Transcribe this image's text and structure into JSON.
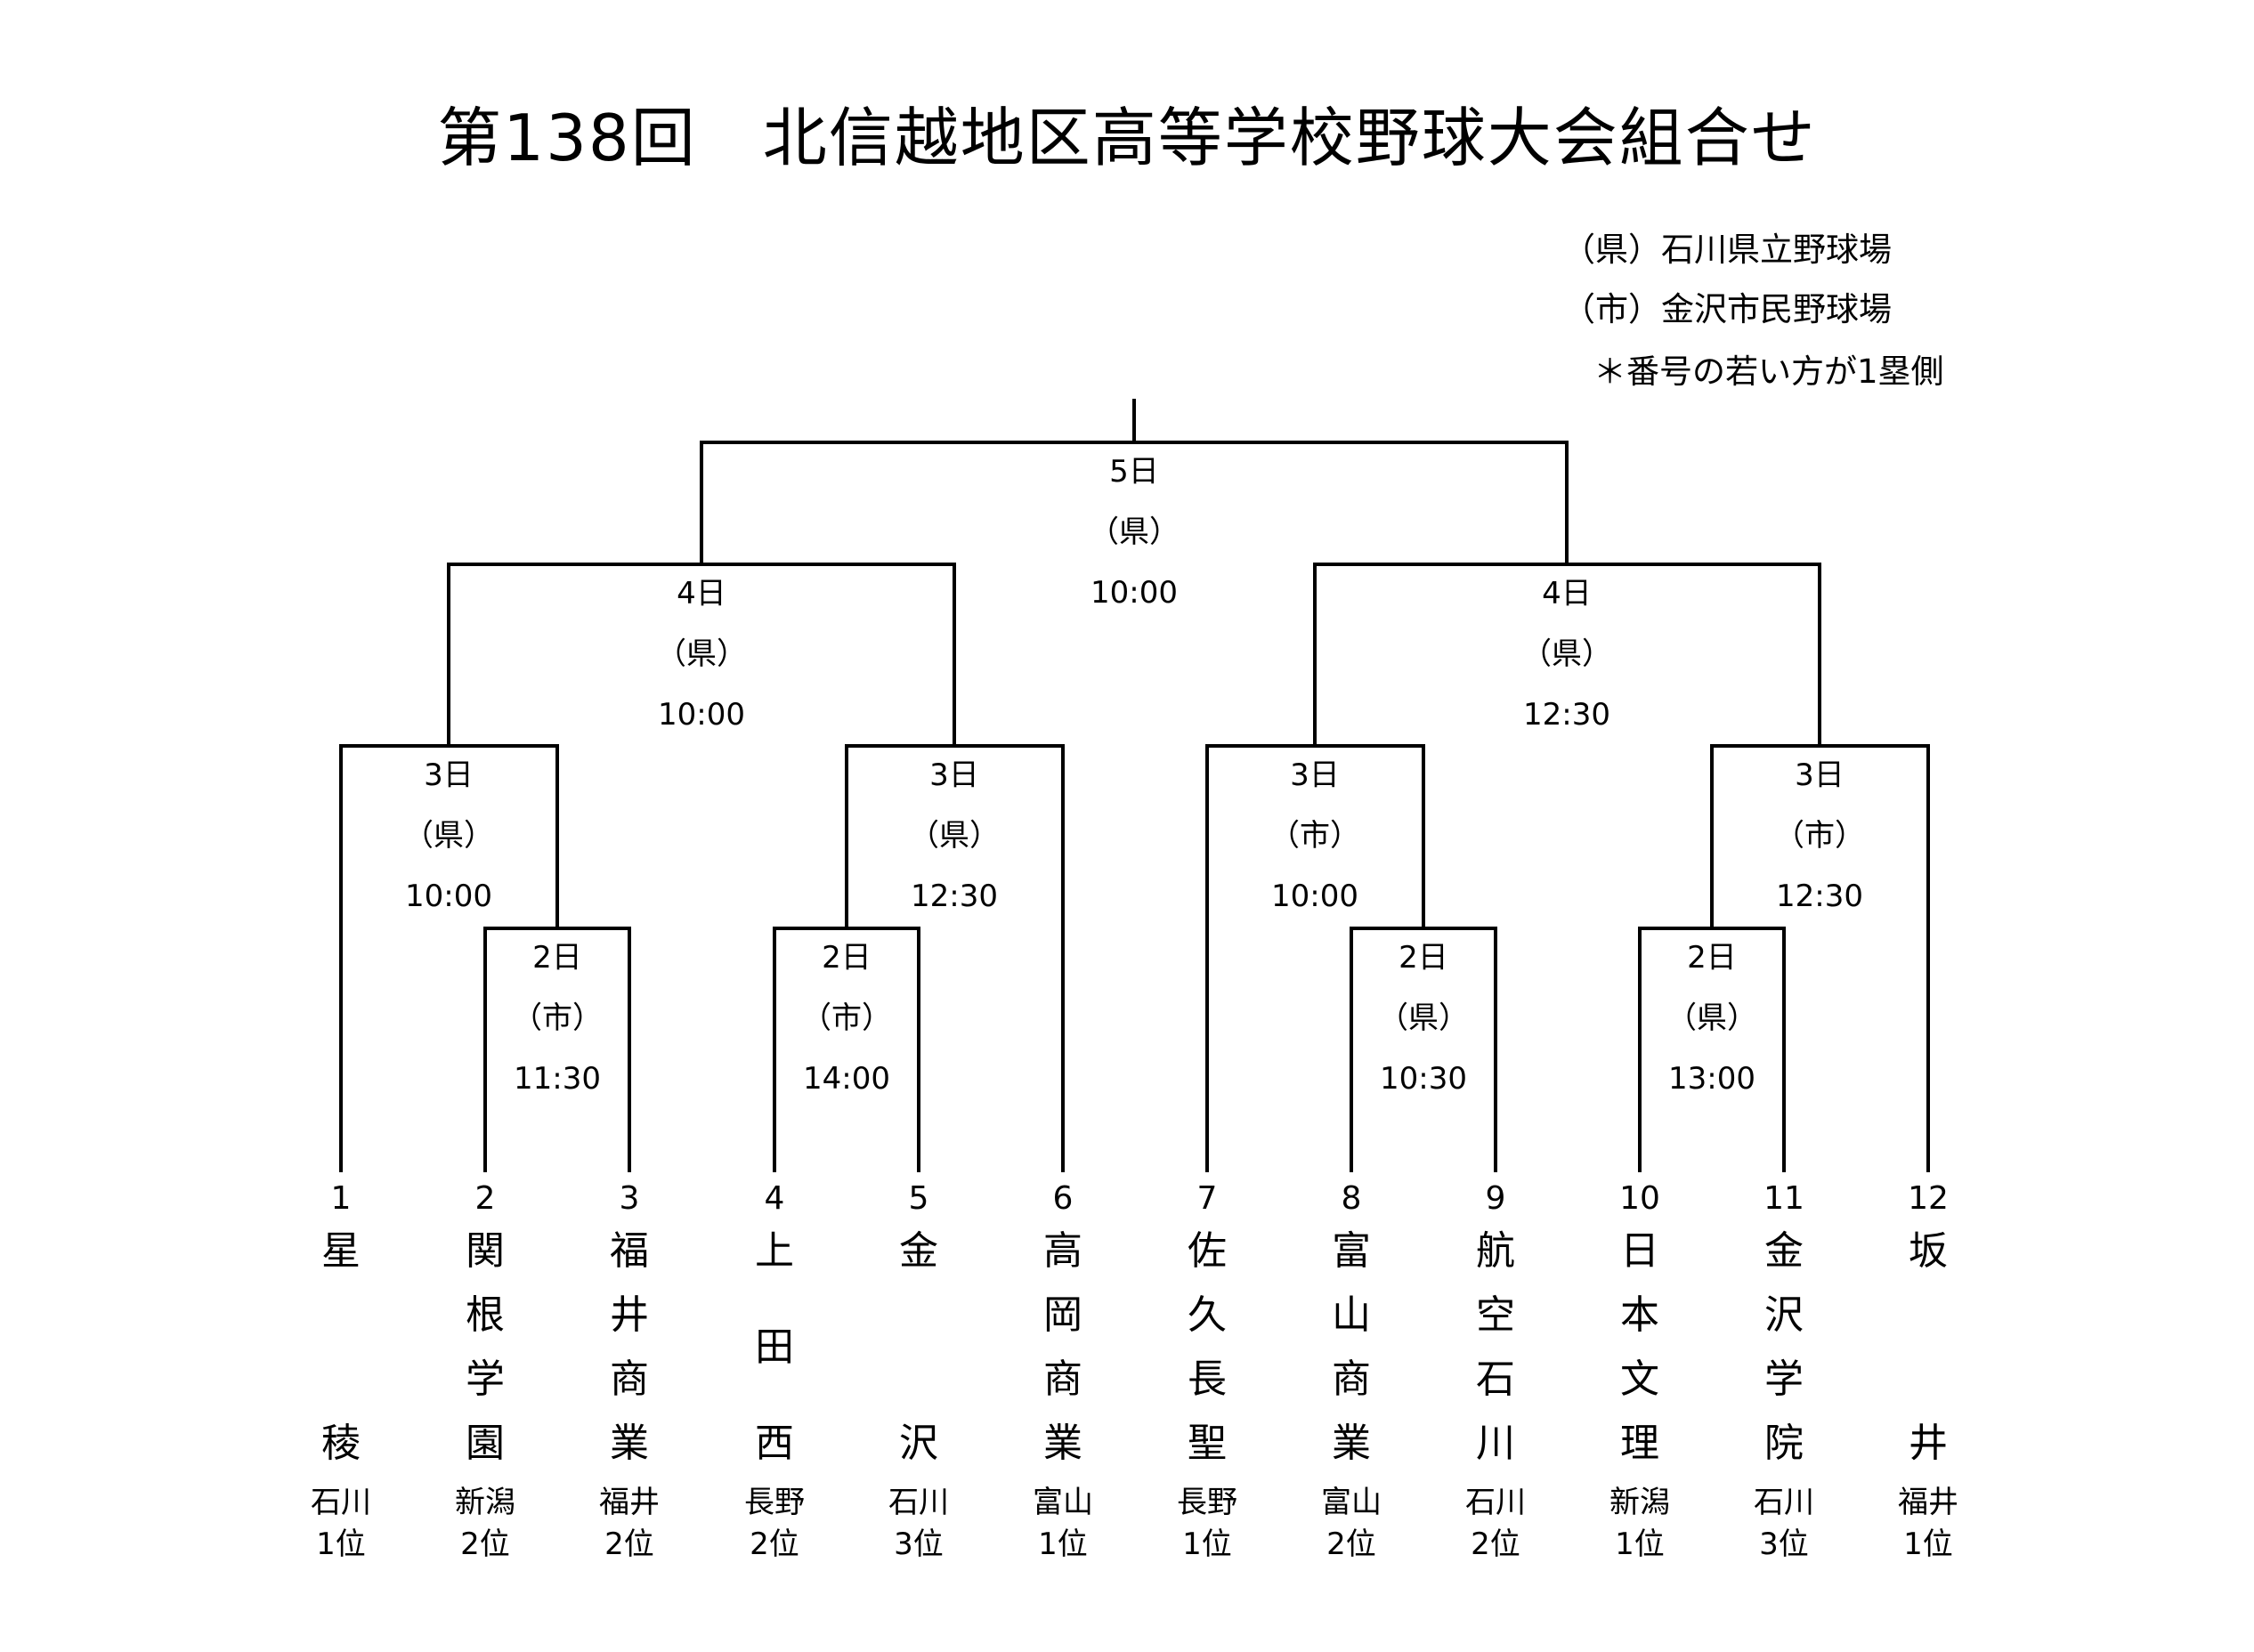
{
  "title": "第138回　北信越地区高等学校野球大会組合せ",
  "legend": [
    "（県）石川県立野球場",
    "（市）金沢市民野球場",
    "＊番号の若い方が1塁側"
  ],
  "matches": [
    {
      "id": "r1a",
      "day": "2日",
      "venue": "（市）",
      "time": "11:30"
    },
    {
      "id": "r1b",
      "day": "2日",
      "venue": "（市）",
      "time": "14:00"
    },
    {
      "id": "r1c",
      "day": "2日",
      "venue": "（県）",
      "time": "10:30"
    },
    {
      "id": "r1d",
      "day": "2日",
      "venue": "（県）",
      "time": "13:00"
    },
    {
      "id": "qf1",
      "day": "3日",
      "venue": "（県）",
      "time": "10:00"
    },
    {
      "id": "qf2",
      "day": "3日",
      "venue": "（県）",
      "time": "12:30"
    },
    {
      "id": "qf3",
      "day": "3日",
      "venue": "（市）",
      "time": "10:00"
    },
    {
      "id": "qf4",
      "day": "3日",
      "venue": "（市）",
      "time": "12:30"
    },
    {
      "id": "sf1",
      "day": "4日",
      "venue": "（県）",
      "time": "10:00"
    },
    {
      "id": "sf2",
      "day": "4日",
      "venue": "（県）",
      "time": "12:30"
    },
    {
      "id": "final",
      "day": "5日",
      "venue": "（県）",
      "time": "10:00"
    }
  ],
  "teams": [
    {
      "num": "1",
      "top": [
        "星"
      ],
      "bottom": "稜",
      "pref": "石川",
      "rank": "1位"
    },
    {
      "num": "2",
      "top": [
        "関",
        "根",
        "学"
      ],
      "bottom": "園",
      "pref": "新潟",
      "rank": "2位"
    },
    {
      "num": "3",
      "top": [
        "福",
        "井",
        "商"
      ],
      "bottom": "業",
      "pref": "福井",
      "rank": "2位"
    },
    {
      "num": "4",
      "top": [
        "上"
      ],
      "middle": "田",
      "bottom": "西",
      "pref": "長野",
      "rank": "2位"
    },
    {
      "num": "5",
      "top": [
        "金"
      ],
      "bottom": "沢",
      "pref": "石川",
      "rank": "3位"
    },
    {
      "num": "6",
      "top": [
        "高",
        "岡",
        "商"
      ],
      "bottom": "業",
      "pref": "富山",
      "rank": "1位"
    },
    {
      "num": "7",
      "top": [
        "佐",
        "久",
        "長"
      ],
      "bottom": "聖",
      "pref": "長野",
      "rank": "1位"
    },
    {
      "num": "8",
      "top": [
        "富",
        "山",
        "商"
      ],
      "bottom": "業",
      "pref": "富山",
      "rank": "2位"
    },
    {
      "num": "9",
      "top": [
        "航",
        "空",
        "石"
      ],
      "bottom": "川",
      "pref": "石川",
      "rank": "2位"
    },
    {
      "num": "10",
      "top": [
        "日",
        "本",
        "文"
      ],
      "bottom": "理",
      "pref": "新潟",
      "rank": "1位"
    },
    {
      "num": "11",
      "top": [
        "金",
        "沢",
        "学"
      ],
      "bottom": "院",
      "pref": "石川",
      "rank": "3位"
    },
    {
      "num": "12",
      "top": [
        "坂"
      ],
      "bottom": "井",
      "pref": "福井",
      "rank": "1位"
    }
  ]
}
